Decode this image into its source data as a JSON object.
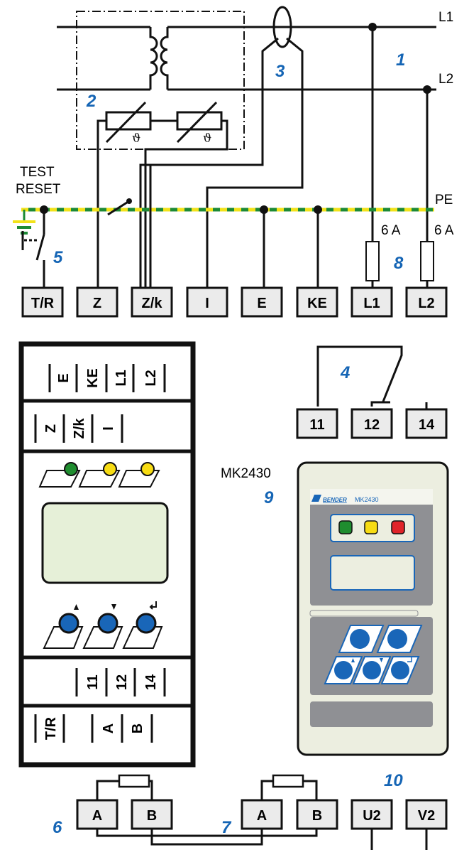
{
  "colors": {
    "line": "#111111",
    "terminal_fill": "#ebebeb",
    "label_blue": "#1565b5",
    "pe_green": "#1c8a35",
    "pe_yellow": "#f2e21a",
    "led_green": "#1f8d2f",
    "led_yellow": "#f7dc13",
    "led_red": "#e0242a",
    "button_blue": "#1966b8",
    "display_fill": "#e6f0d8",
    "panel_cream": "#eceee0",
    "panel_grey": "#8f9094"
  },
  "line_labels": {
    "l1": "L1",
    "l2": "L2",
    "pe": "PE"
  },
  "test_reset": {
    "line1": "TEST",
    "line2": "RESET"
  },
  "fuse_ratings": {
    "l1": "6 A",
    "l2": "6 A"
  },
  "terminals": {
    "top_row": [
      "T/R",
      "Z",
      "Z/k",
      "I",
      "E",
      "KE",
      "L1",
      "L2"
    ],
    "relay_row": [
      "11",
      "12",
      "14"
    ],
    "bottom_row": [
      "A",
      "B",
      "A",
      "B",
      "U2",
      "V2"
    ]
  },
  "device_labels": {
    "row1": [
      "E",
      "KE",
      "L1",
      "L2"
    ],
    "row2": [
      "Z",
      "Z/k",
      "I"
    ],
    "row3": [
      "11",
      "12",
      "14"
    ],
    "row4": [
      "T/R",
      "A",
      "B"
    ],
    "nav_icons": [
      "arrow-up-icon",
      "arrow-down-icon",
      "enter-icon"
    ]
  },
  "panel": {
    "model_label": "MK2430",
    "brand": "BENDER",
    "inner_model": "MK2430"
  },
  "callouts": {
    "n1": "1",
    "n2": "2",
    "n3": "3",
    "n4": "4",
    "n5": "5",
    "n6": "6",
    "n7": "7",
    "n8": "8",
    "n9": "9",
    "n10": "10"
  },
  "symbols": {
    "theta1": "ϑ",
    "theta2": "ϑ"
  }
}
